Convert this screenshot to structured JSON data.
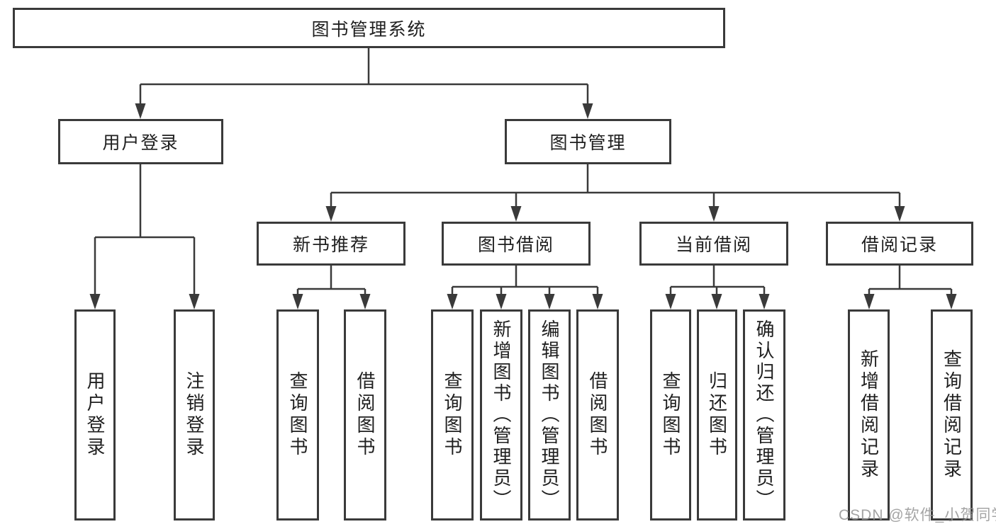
{
  "nodes": {
    "root": "图书管理系统",
    "level2": [
      "用户登录",
      "图书管理"
    ],
    "level3": [
      "新书推荐",
      "图书借阅",
      "当前借阅",
      "借阅记录"
    ],
    "leaves_user_login": [
      "用户登录",
      "注销登录"
    ],
    "leaves_new_book": [
      "查询图书",
      "借阅图书"
    ],
    "leaves_book_borrow": [
      "查询图书",
      "新增图书（管理员）",
      "编辑图书（管理员）",
      "借阅图书"
    ],
    "leaves_current_borrow": [
      "查询图书",
      "归还图书",
      "确认归还（管理员）"
    ],
    "leaves_borrow_records": [
      "新增借阅记录",
      "查询借阅记录"
    ]
  },
  "watermark": "CSDN @软件_小贺同学",
  "colors": {
    "line": "#3a3a3a",
    "border": "#3a3a3a",
    "text": "#1f1f1f",
    "background": "#ffffff",
    "watermark": "#949494"
  }
}
